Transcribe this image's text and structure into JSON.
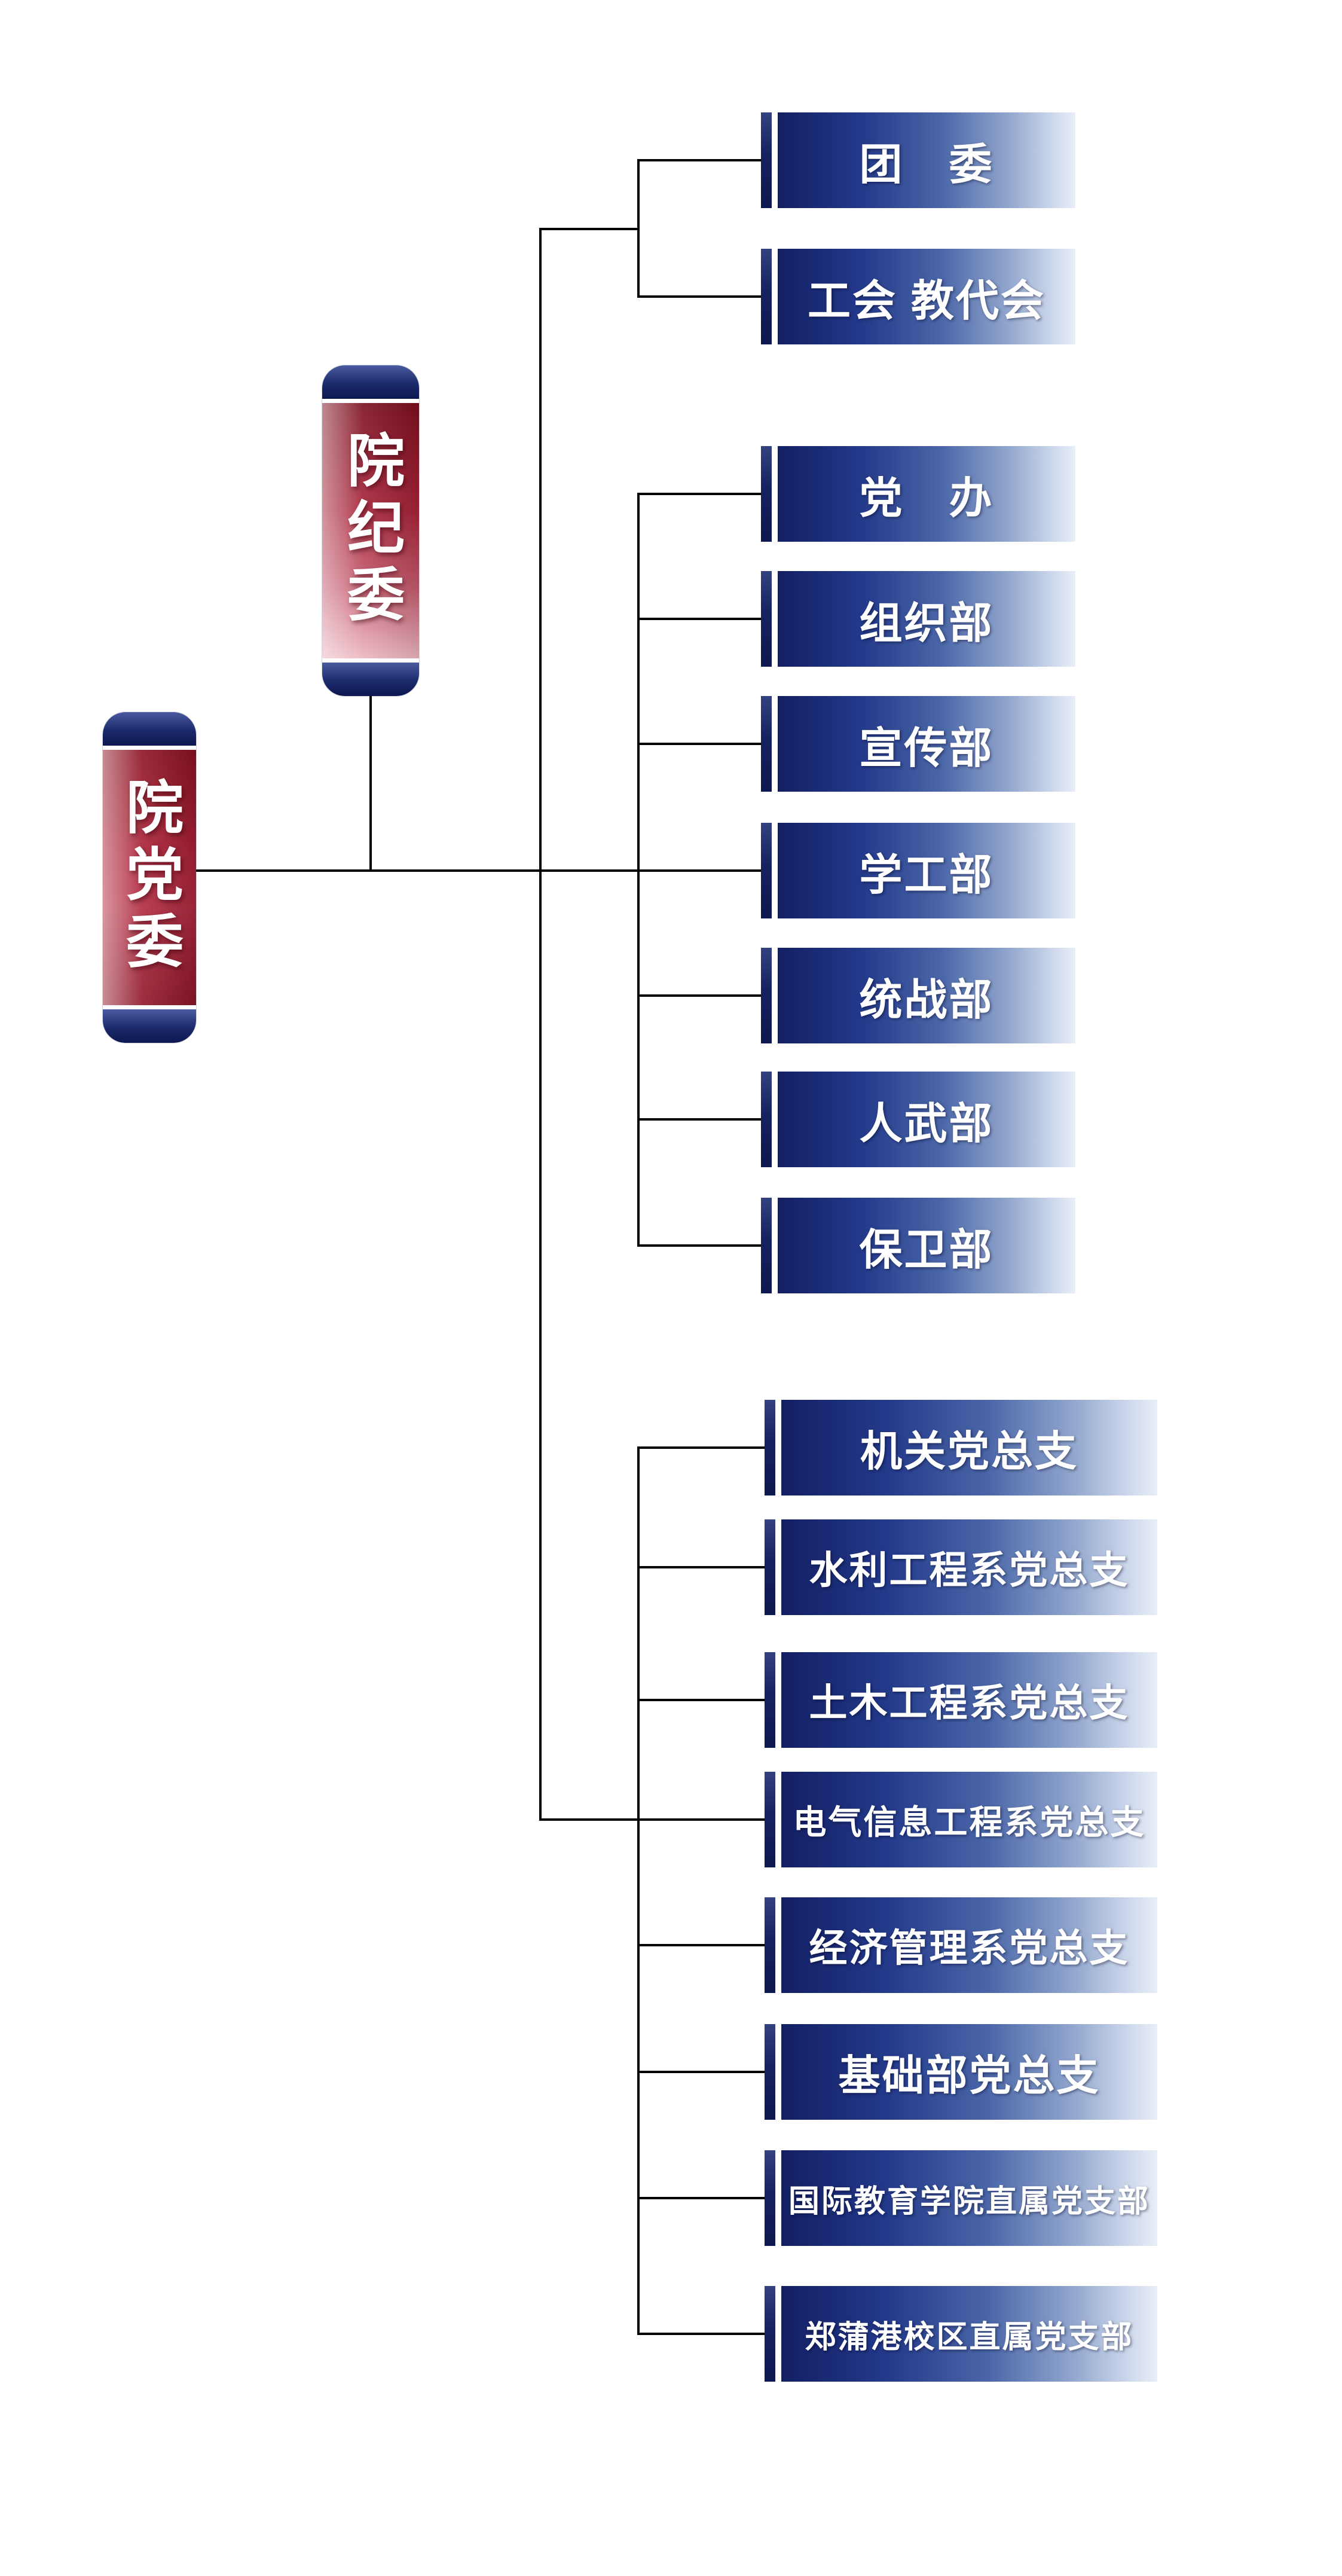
{
  "root": {
    "label": "院党委"
  },
  "discipline": {
    "label": "院纪委"
  },
  "groups": [
    {
      "name": "mass-organizations",
      "items": [
        {
          "label": "团　委"
        },
        {
          "label": "工会 教代会"
        }
      ]
    },
    {
      "name": "party-departments",
      "items": [
        {
          "label": "党　办"
        },
        {
          "label": "组织部"
        },
        {
          "label": "宣传部"
        },
        {
          "label": "学工部"
        },
        {
          "label": "统战部"
        },
        {
          "label": "人武部"
        },
        {
          "label": "保卫部"
        }
      ]
    },
    {
      "name": "party-general-branches",
      "items": [
        {
          "label": "机关党总支"
        },
        {
          "label": "水利工程系党总支"
        },
        {
          "label": "土木工程系党总支"
        },
        {
          "label": "电气信息工程系党总支"
        },
        {
          "label": "经济管理系党总支"
        },
        {
          "label": "基础部党总支"
        },
        {
          "label": "国际教育学院直属党支部"
        },
        {
          "label": "郑蒲港校区直属党支部"
        }
      ]
    }
  ],
  "colors": {
    "node_blue_dark": "#131f63",
    "node_blue_light": "#e9eef7",
    "node_accent_navy": "#0d1850",
    "pill_red": "#ab2136",
    "pill_pink": "#ecb6c0",
    "cap_navy": "#1b2a6b",
    "connector_black": "#000000"
  }
}
